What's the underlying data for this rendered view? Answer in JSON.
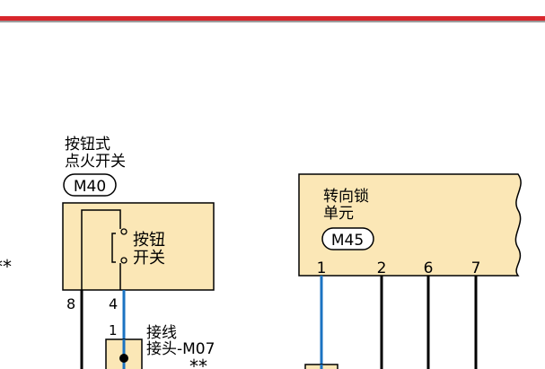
{
  "colors": {
    "header_rule": "#d8262c",
    "header_rule_shadow": "#9b9b9b",
    "component_fill": "#fbe7b6",
    "wire_blue": "#1b73c2",
    "wire_black": "#000000"
  },
  "push_button_ignition_switch": {
    "name_line1": "按钮式",
    "name_line2": "点火开关",
    "connector": "M40",
    "switch_line1": "按钮",
    "switch_line2": "开关",
    "pin_left": "8",
    "pin_right": "4"
  },
  "left_edge_mark": "**",
  "junction_connector": {
    "pin": "1",
    "name_line1": "接线",
    "name_line2": "接头-M07",
    "mark": "**"
  },
  "steering_lock_unit": {
    "name_line1": "转向锁",
    "name_line2": "单元",
    "connector": "M45",
    "pins": [
      "1",
      "2",
      "6",
      "7"
    ]
  }
}
